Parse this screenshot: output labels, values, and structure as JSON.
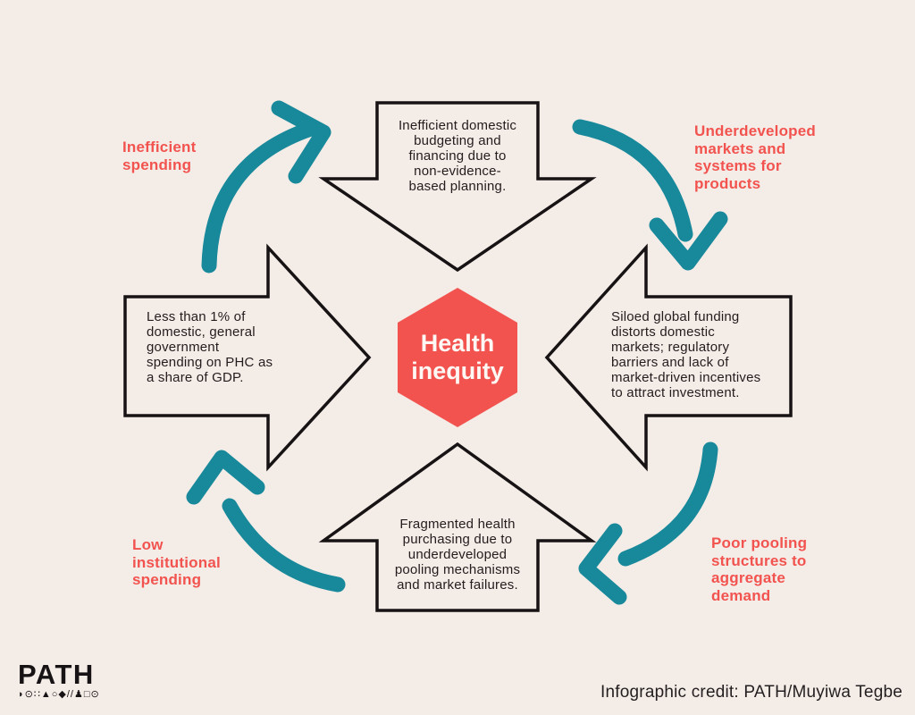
{
  "colors": {
    "background": "#f4ece7",
    "teal_arrow": "#18899b",
    "coral": "#f2534f",
    "outline": "#171314",
    "body_text": "#231d1e",
    "center_text": "#fdf8f4"
  },
  "center": {
    "label": "Health\ninequity"
  },
  "arrows": {
    "top": {
      "text": "Inefficient domestic\nbudgeting and\nfinancing due to\nnon-evidence-\nbased planning."
    },
    "right": {
      "text": "Siloed global funding\ndistorts domestic\nmarkets; regulatory\nbarriers and lack of\nmarket-driven incentives\nto attract investment."
    },
    "bottom": {
      "text": "Fragmented health\npurchasing due to\nunderdeveloped\npooling mechanisms\nand market failures."
    },
    "left": {
      "text": "Less than 1% of\ndomestic, general\ngovernment\nspending on PHC as\na share of GDP."
    }
  },
  "labels": {
    "top_left": "Inefficient\nspending",
    "top_right": "Underdeveloped\nmarkets and\nsystems for\nproducts",
    "bottom_right": "Poor pooling\nstructures to\naggregate\ndemand",
    "bottom_left": "Low\ninstitutional\nspending"
  },
  "footer": {
    "logo_text": "PATH",
    "logo_glyphs": "◗⊙∷▲○◆//♟□⊙",
    "credit": "Infographic credit: PATH/Muyiwa Tegbe"
  }
}
